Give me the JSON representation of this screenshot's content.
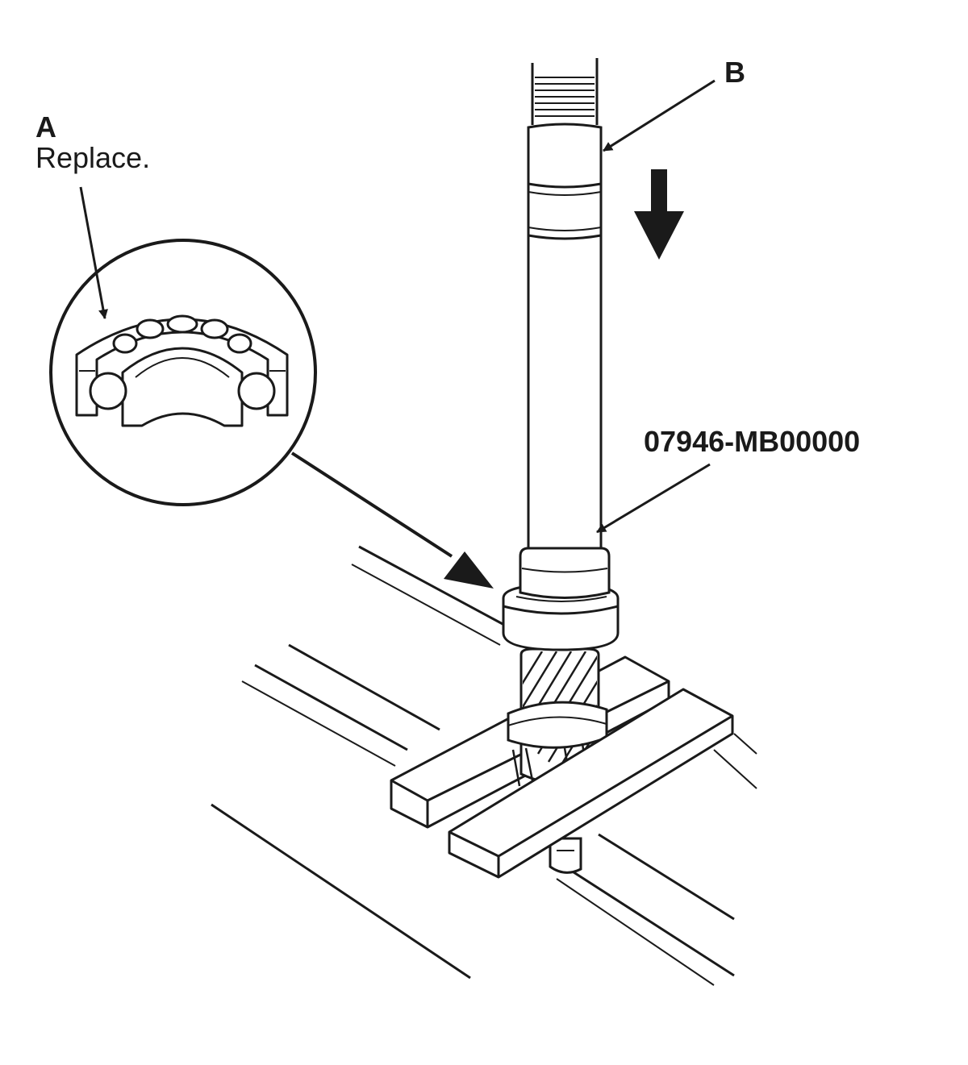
{
  "callouts": {
    "a": {
      "letter": "A",
      "note": "Replace."
    },
    "b": {
      "letter": "B"
    },
    "tool": {
      "part_number": "07946-MB00000"
    }
  },
  "colors": {
    "ink": "#1a1a1a",
    "background": "#ffffff"
  },
  "icons": {
    "press_direction": "down-arrow-icon"
  }
}
